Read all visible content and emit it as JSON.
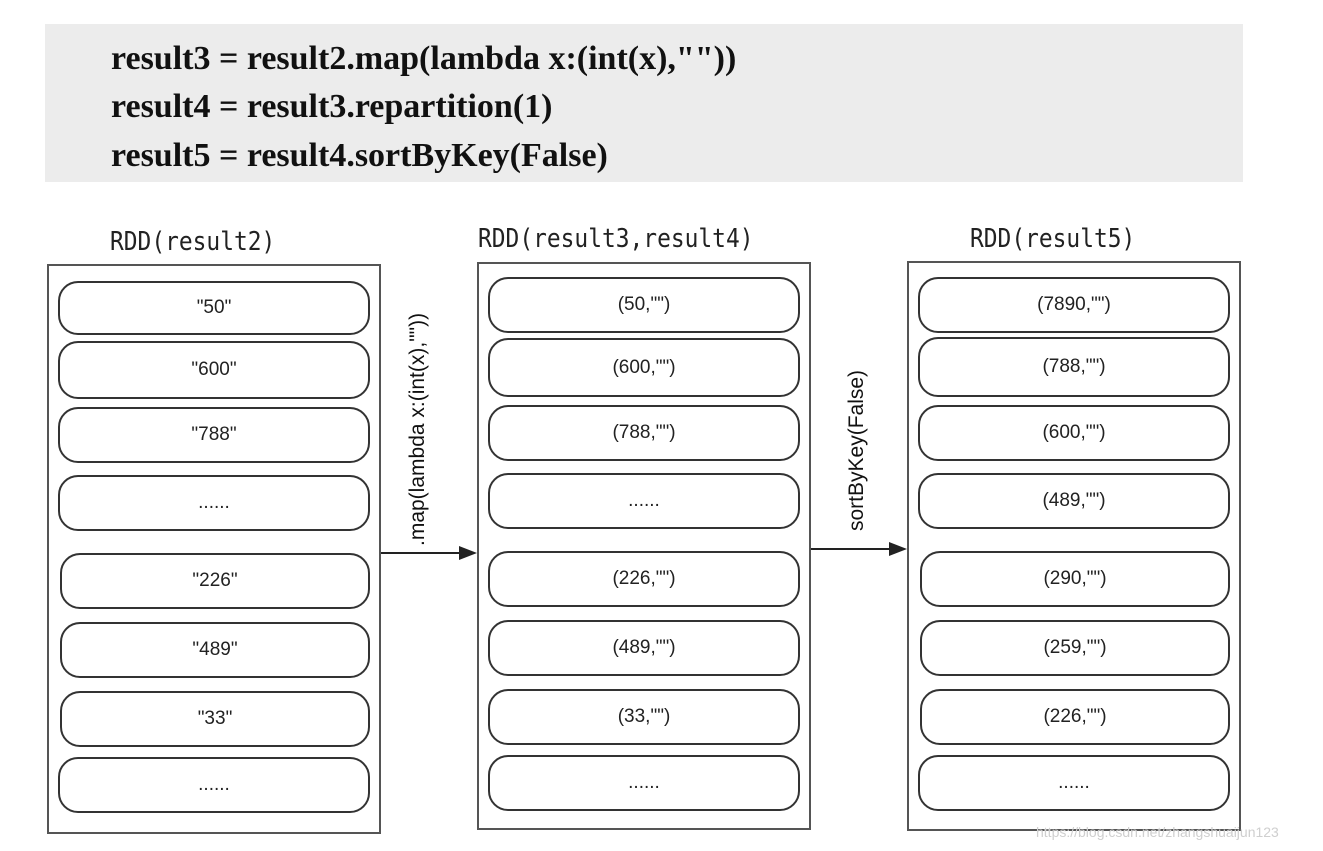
{
  "code": {
    "lines": [
      "result3 = result2.map(lambda x:(int(x),\"\"))",
      "result4 = result3.repartition(1)",
      "result5 = result4.sortByKey(False)"
    ]
  },
  "columns": [
    {
      "title": "RDD(result2)",
      "items": [
        "\"50\"",
        "\"600\"",
        "\"788\"",
        "......",
        "\"226\"",
        "\"489\"",
        "\"33\"",
        "......"
      ]
    },
    {
      "title": "RDD(result3,result4)",
      "items": [
        "(50,\"\")",
        "(600,\"\")",
        "(788,\"\")",
        "......",
        "(226,\"\")",
        "(489,\"\")",
        "(33,\"\")",
        "......"
      ]
    },
    {
      "title": "RDD(result5)",
      "items": [
        "(7890,\"\")",
        "(788,\"\")",
        "(600,\"\")",
        "(489,\"\")",
        "(290,\"\")",
        "(259,\"\")",
        "(226,\"\")",
        "......"
      ]
    }
  ],
  "transformations": [
    {
      "label": ".map(lambda x:(int(x),\"\"))"
    },
    {
      "label": "sortByKey(False)"
    }
  ],
  "watermark": "https://blog.csdn.net/zhangshuaijun123"
}
